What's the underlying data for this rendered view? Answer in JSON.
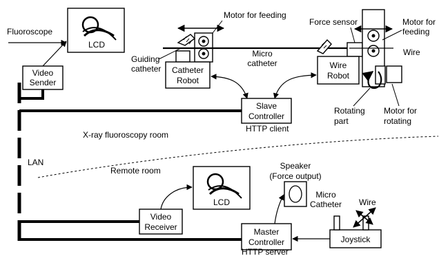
{
  "diagram": {
    "slave_side": {
      "fluoroscope": "Fluoroscope",
      "lcd_top": "LCD",
      "video_sender": [
        "Video",
        "Sender"
      ],
      "guiding_catheter": [
        "Guiding",
        "catheter"
      ],
      "catheter_robot": [
        "Catheter",
        "Robot"
      ],
      "motor_feeding_left": "Motor for feeding",
      "micro_catheter": [
        "Micro",
        "catheter"
      ],
      "force_sensor": "Force sensor",
      "motor_feeding_right": [
        "Motor for",
        "feeding"
      ],
      "wire": "Wire",
      "wire_robot": [
        "Wire",
        "Robot"
      ],
      "slave_controller": [
        "Slave",
        "Controller"
      ],
      "http_client": "HTTP client",
      "rotating_part": [
        "Rotating",
        "part"
      ],
      "motor_rotating": [
        "Motor for",
        "rotating"
      ],
      "room": "X-ray fluoroscopy room"
    },
    "network": {
      "lan": "LAN"
    },
    "master_side": {
      "room": "Remote room",
      "lcd_bottom": "LCD",
      "speaker": [
        "Speaker",
        "(Force output)"
      ],
      "video_receiver": [
        "Video",
        "Receiver"
      ],
      "micro_catheter": [
        "Micro",
        "Catheter"
      ],
      "wire": "Wire",
      "joystick": "Joystick",
      "master_controller": [
        "Master",
        "Controller"
      ],
      "http_server": "HTTP server"
    }
  }
}
